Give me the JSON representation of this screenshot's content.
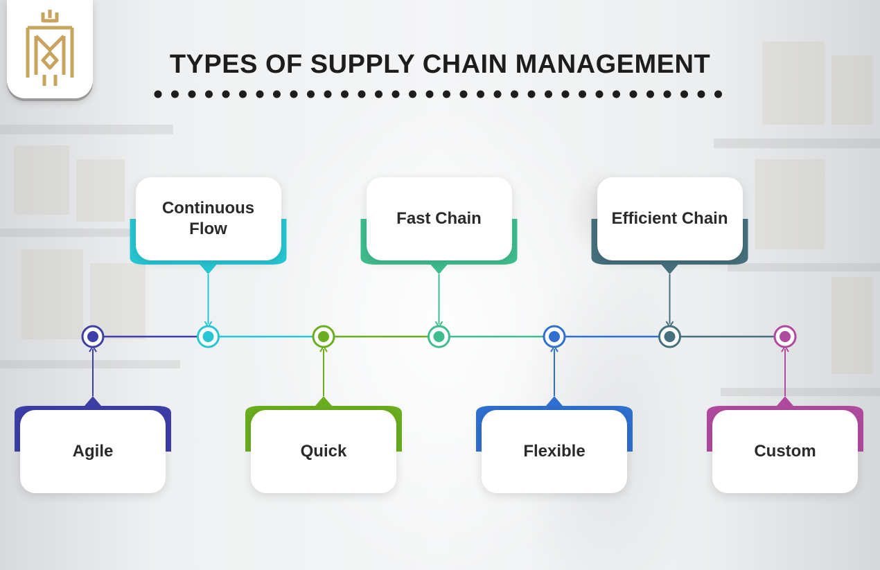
{
  "title": "TYPES OF SUPPLY CHAIN MANAGEMENT",
  "nodes": [
    {
      "label": "Agile",
      "color": "#3d3ea6",
      "position": "bottom"
    },
    {
      "label": "Continuous Flow",
      "color": "#27c6d3",
      "position": "top"
    },
    {
      "label": "Quick",
      "color": "#6aad1e",
      "position": "bottom"
    },
    {
      "label": "Fast Chain",
      "color": "#3fbd8f",
      "position": "top"
    },
    {
      "label": "Flexible",
      "color": "#2f6fcf",
      "position": "bottom"
    },
    {
      "label": "Efficient Chain",
      "color": "#46707d",
      "position": "top"
    },
    {
      "label": "Custom",
      "color": "#b04a9e",
      "position": "bottom"
    }
  ],
  "logo": {
    "icon": "crown-shield-logo",
    "color": "#c7a35d"
  }
}
